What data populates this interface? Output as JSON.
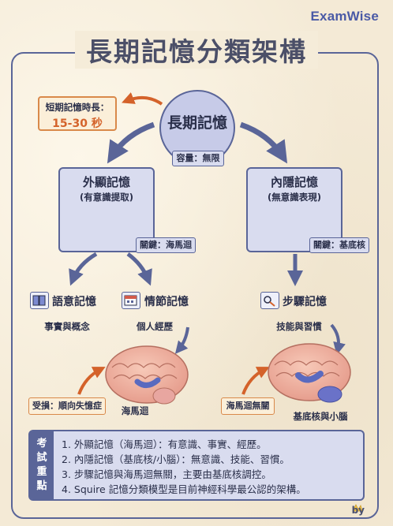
{
  "brand": "ExamWise",
  "title": "長期記憶分類架構",
  "root": {
    "label": "長期記憶",
    "capacity": "容量：無限"
  },
  "short_term": {
    "line1": "短期記憶時長：",
    "line2": "15-30 秒"
  },
  "explicit": {
    "title": "外顯記憶",
    "subtitle": "(有意識提取)",
    "key": "關鍵：海馬迴"
  },
  "implicit": {
    "title": "內隱記憶",
    "subtitle": "(無意識表現)",
    "key": "關鍵：基底核"
  },
  "semantic": {
    "title": "語意記憶",
    "caption": "事實與概念"
  },
  "episodic": {
    "title": "情節記憶",
    "caption": "個人經歷"
  },
  "procedural": {
    "title": "步驟記憶",
    "caption": "技能與習慣"
  },
  "brain_left": {
    "note": "受損：順向失憶症",
    "label": "海馬迴"
  },
  "brain_right": {
    "note": "海馬迴無關",
    "label": "基底核與小腦"
  },
  "key_points": {
    "side_label": "考試重點",
    "items": [
      "1. 外顯記憶（海馬迴）：有意識、事實、經歷。",
      "2. 內隱記憶（基底核/小腦）：無意識、技能、習慣。",
      "3. 步驟記憶與海馬迴無關，主要由基底核調控。",
      "4. Squire 記憶分類模型是目前神經科學最公認的架構。"
    ]
  },
  "footer": "by",
  "colors": {
    "navy": "#5a6598",
    "box_fill": "#d9dcef",
    "orange": "#d4622a",
    "paper": "#f4ead6"
  }
}
